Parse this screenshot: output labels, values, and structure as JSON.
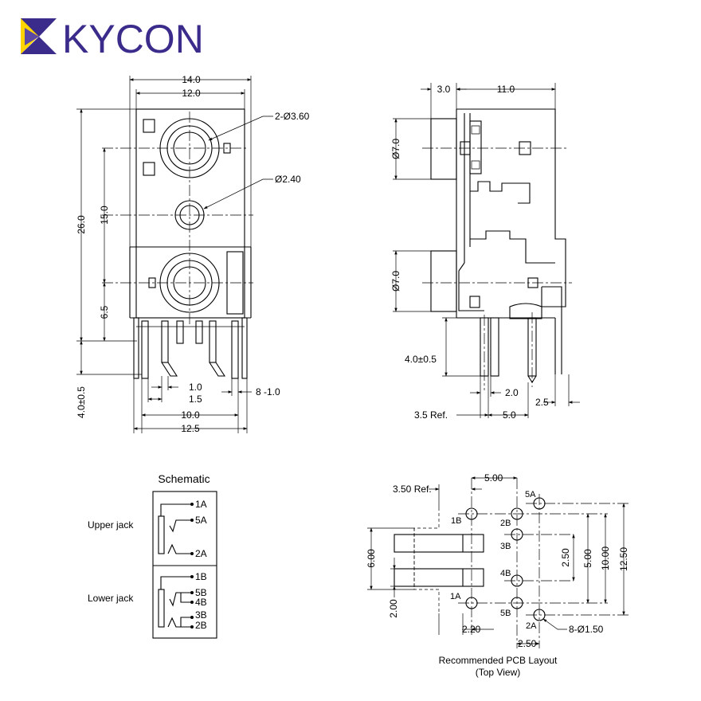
{
  "logo": {
    "text": "KYCON",
    "color": "#3b2c8c",
    "accent": "#ffd400"
  },
  "front_view": {
    "dims": [
      "14.0",
      "12.0",
      "26.0",
      "15.0",
      "6.5",
      "4.0±0.5",
      "1.0",
      "1.5",
      "10.0",
      "12.5",
      "8 -1.0"
    ],
    "callouts": [
      "2-Ø3.60",
      "Ø2.40"
    ]
  },
  "side_view": {
    "dims": [
      "3.0",
      "11.0",
      "Ø7.0",
      "Ø7.0",
      "4.0±0.5",
      "2.0",
      "2.5",
      "3.5 Ref.",
      "5.0"
    ]
  },
  "schematic": {
    "title": "Schematic",
    "upper_label": "Upper jack",
    "lower_label": "Lower jack",
    "upper_pins": [
      "1A",
      "5A",
      "2A"
    ],
    "lower_pins": [
      "1B",
      "5B",
      "4B",
      "3B",
      "2B"
    ]
  },
  "pcb": {
    "dims": [
      "5.00",
      "3.50 Ref.",
      "6.00",
      "2.00",
      "2.50",
      "5.00",
      "10.00",
      "12.50",
      "2.20",
      "2.50",
      "8-Ø1.50"
    ],
    "pins": [
      "5A",
      "1B",
      "2B",
      "3B",
      "4B",
      "1A",
      "5B",
      "2A"
    ],
    "caption": "Recommended PCB Layout",
    "subcaption": "(Top View)"
  }
}
